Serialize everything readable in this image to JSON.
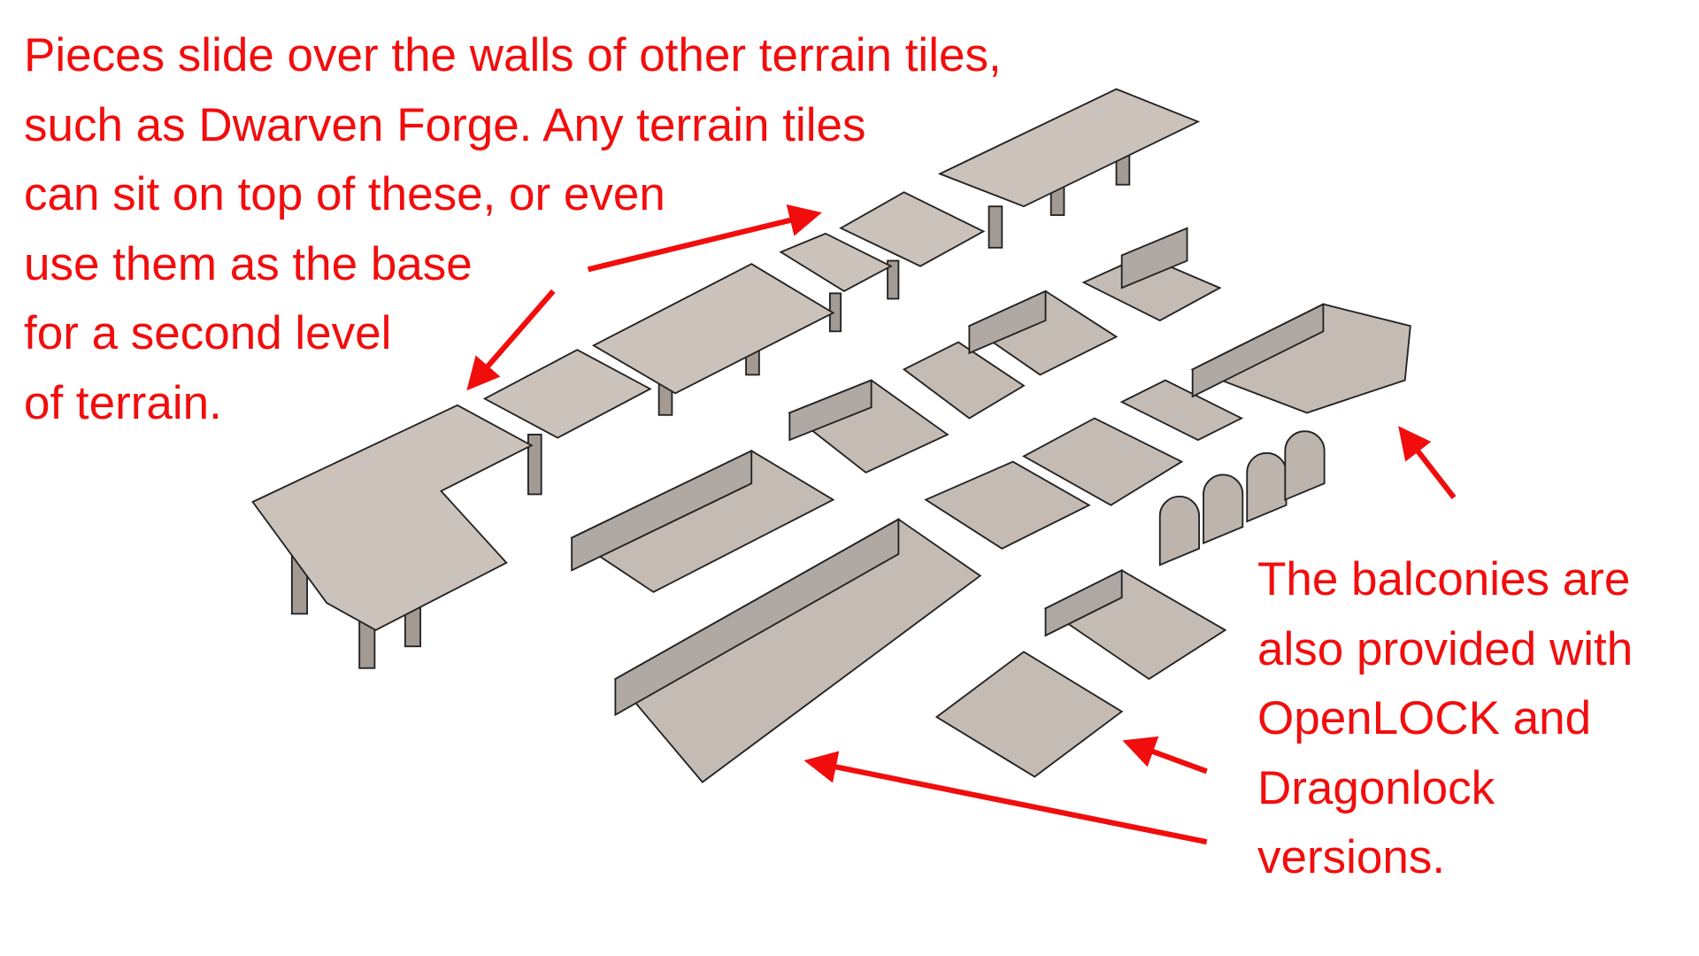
{
  "captions": {
    "left": [
      "Pieces slide over the walls of other terrain tiles,",
      "such as Dwarven Forge. Any terrain tiles",
      "can sit on top of these, or even",
      "use them as the base",
      "for a second level",
      "of terrain."
    ],
    "right": [
      "The balconies are",
      "also provided with",
      "OpenLOCK and",
      "Dragonlock",
      "versions."
    ]
  },
  "colors": {
    "annotation": "#f20d0d",
    "tile_top": "#c9c0b9",
    "tile_side": "#8f8680",
    "tile_edge": "#1a1a1a"
  }
}
